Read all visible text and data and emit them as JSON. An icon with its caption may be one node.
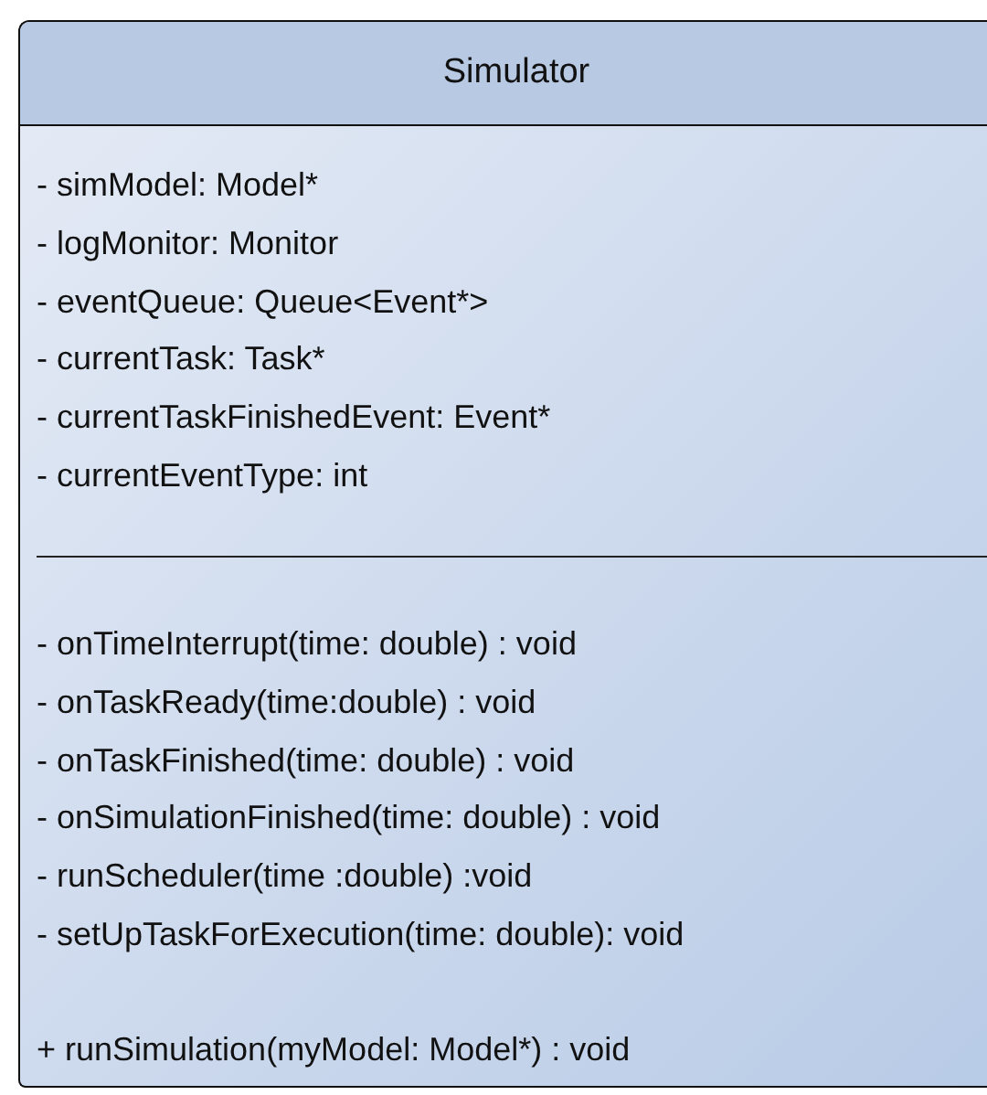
{
  "diagram": {
    "nodes": [
      {
        "text": [
          "Simulator"
        ]
      },
      {
        "text": [
          "- simModel: Model*",
          "- logMonitor: Monitor",
          "- eventQueue: Queue<Event*>",
          "- currentTask: Task*",
          "- currentTaskFinishedEvent: Event*",
          "- currentEventType: int"
        ],
        "in": 0
      },
      {
        "text": [
          "- onTimeInterrupt(time: double) : void",
          "- onTaskReady(time:double) : void",
          "- onTaskFinished(time: double) : void",
          "- onSimulationFinished(time: double) : void",
          "- runScheduler(time :double) :void",
          "- setUpTaskForExecution(time: double): void",
          "+ runSimulation(myModel: Model*) : void"
        ],
        "in": 0
      }
    ]
  }
}
